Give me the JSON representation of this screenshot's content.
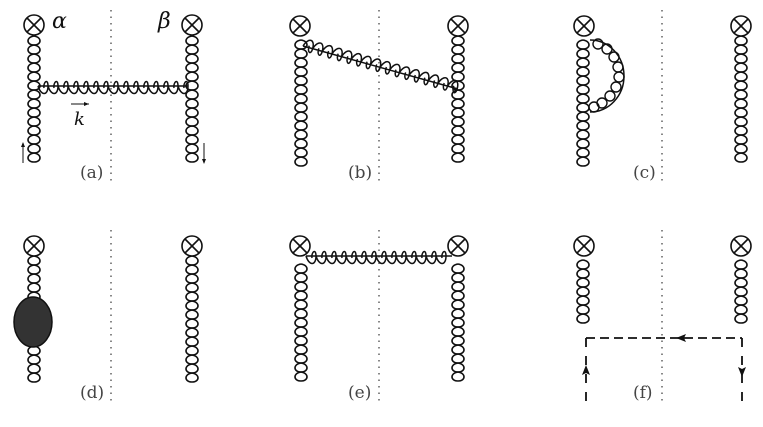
{
  "figure": {
    "description": "Cut Feynman diagrams: gluon lines attached to operator vertices (circled crosses) on both sides of a final-state cut (dotted vertical line).",
    "panels": [
      {
        "id": "a",
        "label": "(a)",
        "content": "Real gluon exchange crossing the cut between left and right Wilson lines",
        "symbols": {
          "left_index": "α",
          "right_index": "β",
          "momentum": "k"
        }
      },
      {
        "id": "b",
        "label": "(b)",
        "content": "Diagonal gluon exchange crossing the cut"
      },
      {
        "id": "c",
        "label": "(c)",
        "content": "Virtual gluon self-energy loop on left gluon line"
      },
      {
        "id": "d",
        "label": "(d)",
        "content": "Blob (self-energy insertion) on left gluon line"
      },
      {
        "id": "e",
        "label": "(e)",
        "content": "Gluon exchange between operator vertices crossing the cut"
      },
      {
        "id": "f",
        "label": "(f)",
        "content": "Ghost (dashed) line exchange crossing the cut with arrows"
      }
    ],
    "labels": {
      "alpha": "α",
      "beta": "β",
      "k": "k",
      "a": "(a)",
      "b": "(b)",
      "c": "(c)",
      "d": "(d)",
      "e": "(e)",
      "f": "(f)"
    },
    "colors": {
      "line": "#111111",
      "blob": "#333333",
      "cut": "#555555",
      "background": "#ffffff"
    }
  }
}
